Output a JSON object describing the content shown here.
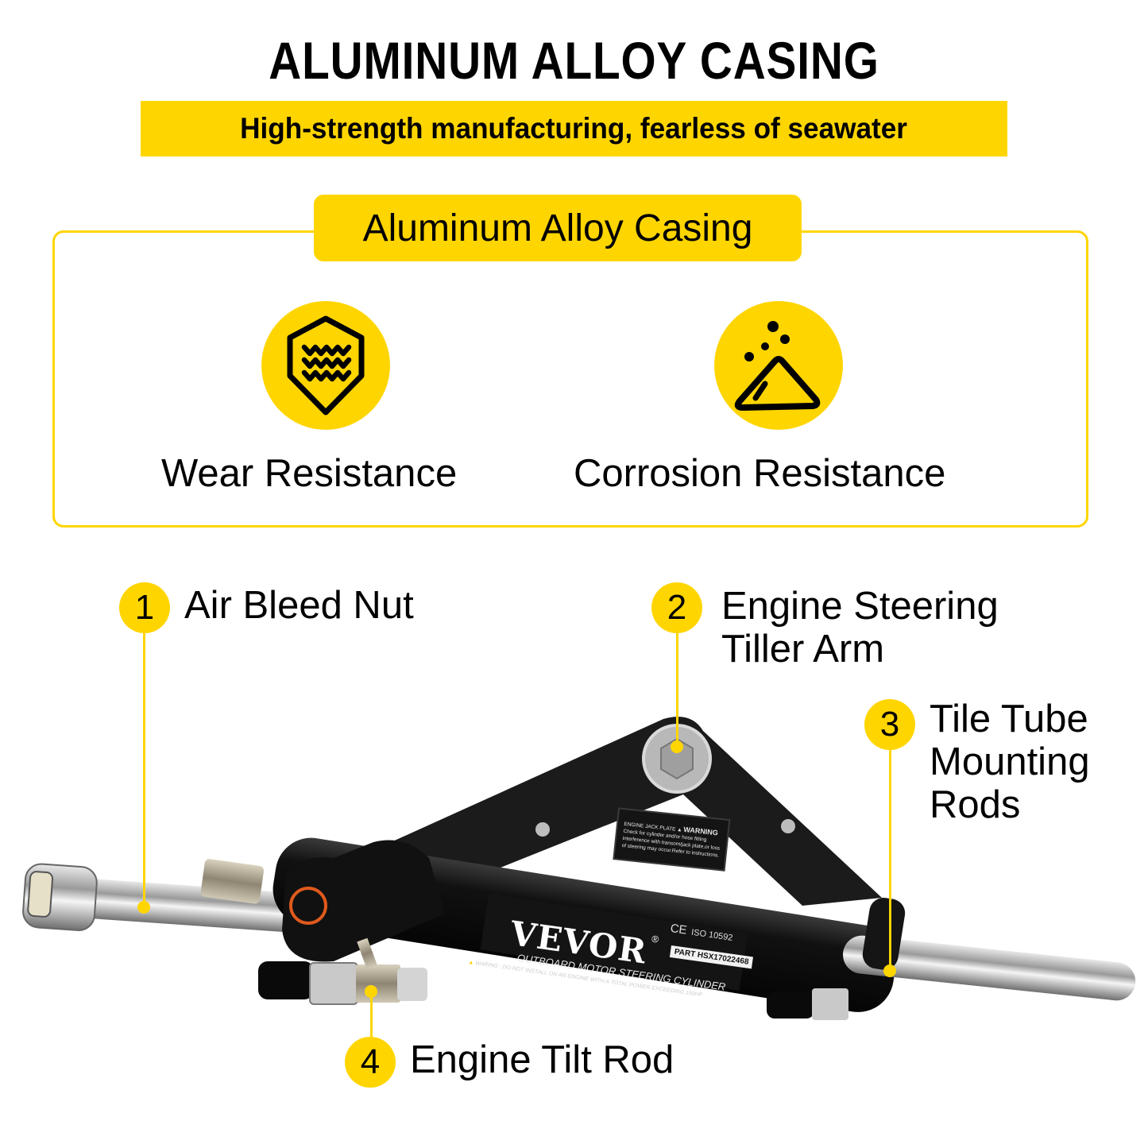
{
  "header": {
    "title": "ALUMINUM ALLOY CASING",
    "subtitle": "High-strength manufacturing, fearless of seawater"
  },
  "features": {
    "section_title": "Aluminum Alloy Casing",
    "items": [
      {
        "label": "Wear Resistance",
        "icon": "shield-waves-icon"
      },
      {
        "label": "Corrosion Resistance",
        "icon": "eroding-pile-icon"
      }
    ]
  },
  "callouts": [
    {
      "number": "1",
      "label": "Air Bleed Nut"
    },
    {
      "number": "2",
      "label_line1": "Engine Steering",
      "label_line2": "Tiller Arm"
    },
    {
      "number": "3",
      "label_line1": "Tile Tube",
      "label_line2": "Mounting",
      "label_line3": "Rods"
    },
    {
      "number": "4",
      "label": "Engine Tilt Rod"
    }
  ],
  "product": {
    "brand": "VEVOR",
    "registered": "®",
    "cert_ce": "CE",
    "cert_iso": "ISO 10592",
    "part_number": "PART HSX17022468",
    "cylinder_text": "OUTBOARD MOTOR STEERING CYLINDER",
    "bottom_warning": "WARING : DO NOT INSTALL ON AN ENGINE WITH A TOTAL POWER EXCEEDING 150HP",
    "plate_label": {
      "heading_left": "ENGINE JACK PLATE",
      "heading_right": "WARNING",
      "line1": "Check for cylinder and/or hose fitting",
      "line2": "interference with transom/jack plate,or loss",
      "line3": "of steering may occur.Refer to instructions."
    }
  },
  "colors": {
    "accent_yellow": "#FFD500",
    "text": "#000000",
    "background": "#FFFFFF",
    "product_black": "#1c1c1c"
  }
}
